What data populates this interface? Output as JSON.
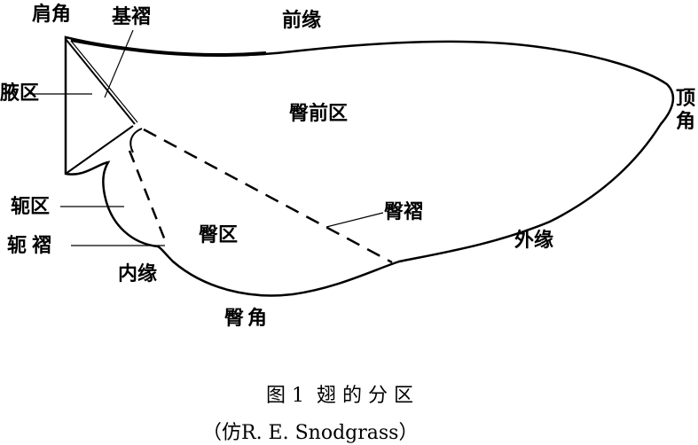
{
  "labels": {
    "humeral_angle": "肩角",
    "basal_fold": "基褶",
    "costal_margin": "前缘",
    "axillary_region": "腋区",
    "remigium": "臀前区",
    "apex_1": "顶",
    "apex_2": "角",
    "jugal_region": "轭区",
    "vannal_fold": "臀褶",
    "jugal_fold": "轭褶",
    "vannal_region": "臀区",
    "outer_margin": "外缘",
    "inner_margin": "内缘",
    "anal_angle": "臀角"
  },
  "caption": {
    "title": "图 1  翅 的 分 区",
    "source": "（仿R. E. Snodgrass）"
  }
}
